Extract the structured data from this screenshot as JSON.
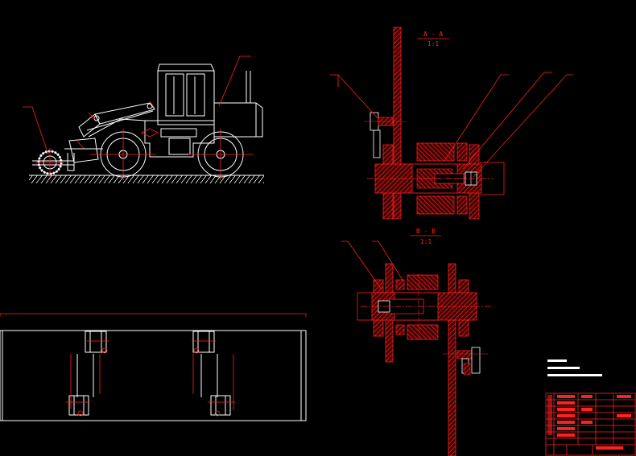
{
  "drawing": {
    "background": "#000000",
    "line_color": "#ff2020",
    "outline_color": "#ffffff",
    "hatch_color": "#cc2020"
  },
  "views": {
    "section_a": {
      "label": "A - A",
      "scale": "1:1"
    },
    "section_b": {
      "label": "B - B",
      "scale": "1:1"
    }
  }
}
